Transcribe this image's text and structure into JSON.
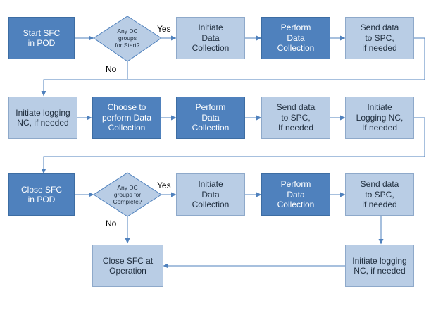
{
  "rows": [
    {
      "start": "Start SFC\nin POD",
      "decision": "Any DC\ngroups\nfor Start?",
      "yes": "Yes",
      "no": "No",
      "steps": [
        "Initiate\nData\nCollection",
        "Perform\nData\nCollection",
        "Send data\nto SPC,\nif needed"
      ]
    },
    {
      "steps": [
        "Initiate logging\nNC, if needed",
        "Choose to\nperform Data\nCollection",
        "Perform\nData\nCollection",
        "Send data\nto SPC,\nIf needed",
        "Initiate\nLogging NC,\nIf needed"
      ]
    },
    {
      "start": "Close SFC\nin POD",
      "decision": "Any DC\ngroups for\nComplete?",
      "yes": "Yes",
      "no": "No",
      "steps": [
        "Initiate\nData\nCollection",
        "Perform\nData\nCollection",
        "Send data\nto SPC,\nif needed"
      ]
    }
  ],
  "final_row": {
    "close_at_operation": "Close SFC at\nOperation",
    "initiate_logging": "Initiate logging\nNC, if needed"
  },
  "colors": {
    "dark_box": "#4f81bd",
    "light_box": "#b9cde5",
    "connector": "#4f81bd"
  }
}
